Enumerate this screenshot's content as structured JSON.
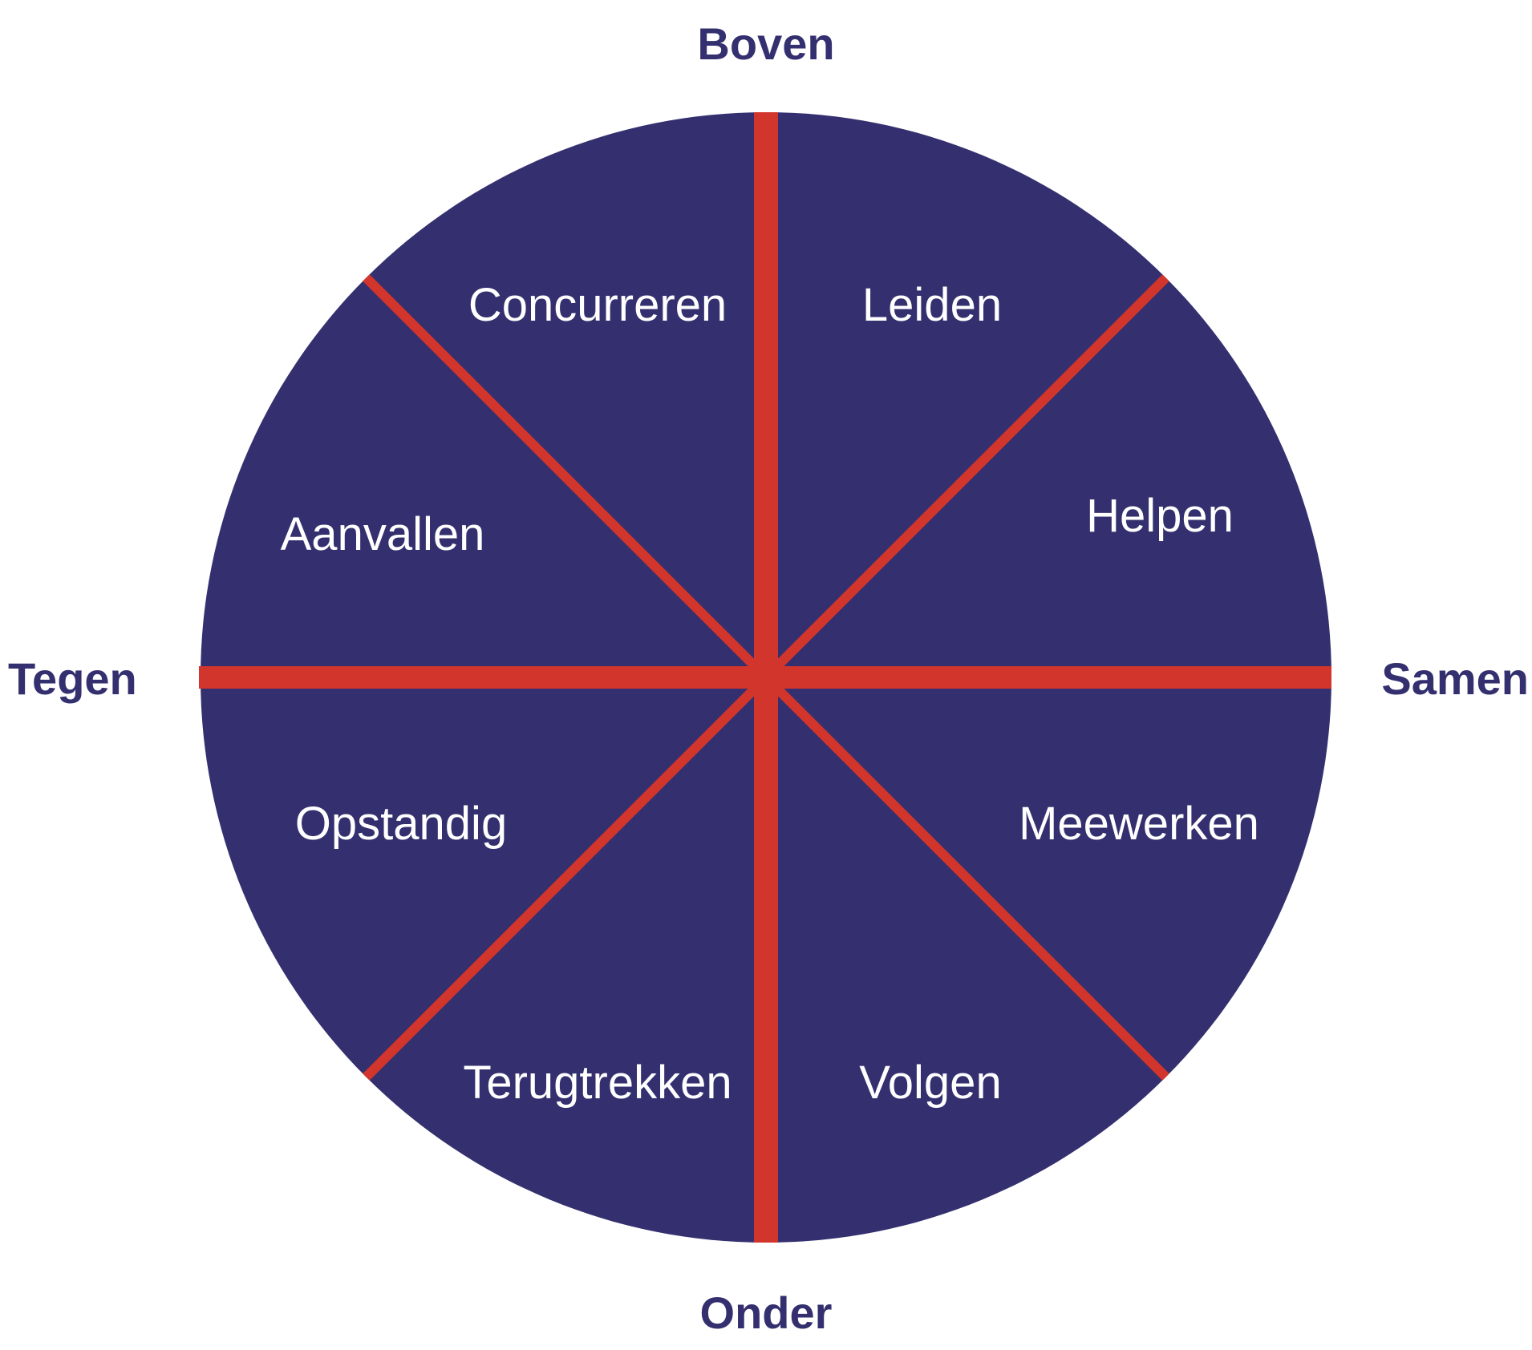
{
  "colors": {
    "wheel_fill": "#34306F",
    "divider": "#D1352B",
    "axis_text": "#34306F",
    "segment_text": "#FFFFFF"
  },
  "axes": {
    "top": "Boven",
    "bottom": "Onder",
    "left": "Tegen",
    "right": "Samen"
  },
  "segments": {
    "upper_left": "Concurreren",
    "upper_right": "Leiden",
    "right_upper": "Helpen",
    "right_lower": "Meewerken",
    "lower_right": "Volgen",
    "lower_left": "Terugtrekken",
    "left_lower": "Opstandig",
    "left_upper": "Aanvallen"
  }
}
